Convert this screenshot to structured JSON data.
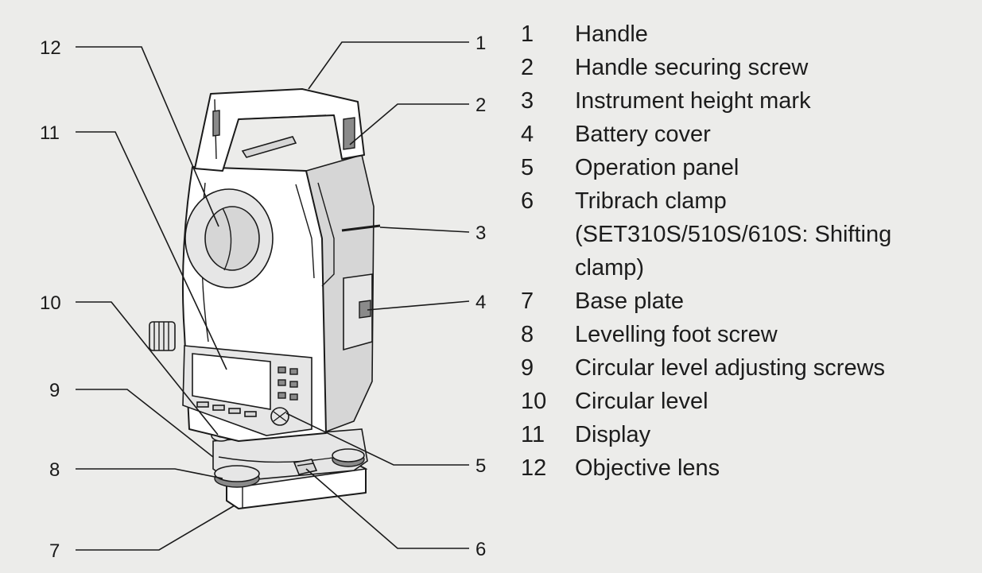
{
  "callouts": [
    "1",
    "2",
    "3",
    "4",
    "5",
    "6",
    "7",
    "8",
    "9",
    "10",
    "11",
    "12"
  ],
  "legend": [
    {
      "num": "1",
      "label": "Handle"
    },
    {
      "num": "2",
      "label": "Handle securing screw"
    },
    {
      "num": "3",
      "label": "Instrument height mark"
    },
    {
      "num": "4",
      "label": "Battery cover"
    },
    {
      "num": "5",
      "label": "Operation panel"
    },
    {
      "num": "6",
      "label": "Tribrach clamp (SET310S/510S/610S: Shifting clamp)"
    },
    {
      "num": "7",
      "label": "Base plate"
    },
    {
      "num": "8",
      "label": "Levelling foot screw"
    },
    {
      "num": "9",
      "label": "Circular level adjusting screws"
    },
    {
      "num": "10",
      "label": "Circular level"
    },
    {
      "num": "11",
      "label": "Display"
    },
    {
      "num": "12",
      "label": "Objective lens"
    }
  ]
}
